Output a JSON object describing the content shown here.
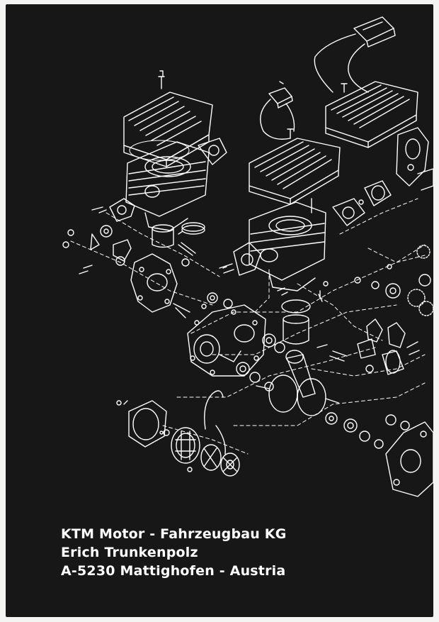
{
  "address": {
    "line1": "KTM Motor - Fahrzeugbau KG",
    "line2": "Erich Trunkenpolz",
    "line3": "A-5230 Mattighofen - Austria"
  },
  "colors": {
    "paper": "#f4f4f2",
    "sheet": "#171717",
    "ink": "#ffffff"
  }
}
